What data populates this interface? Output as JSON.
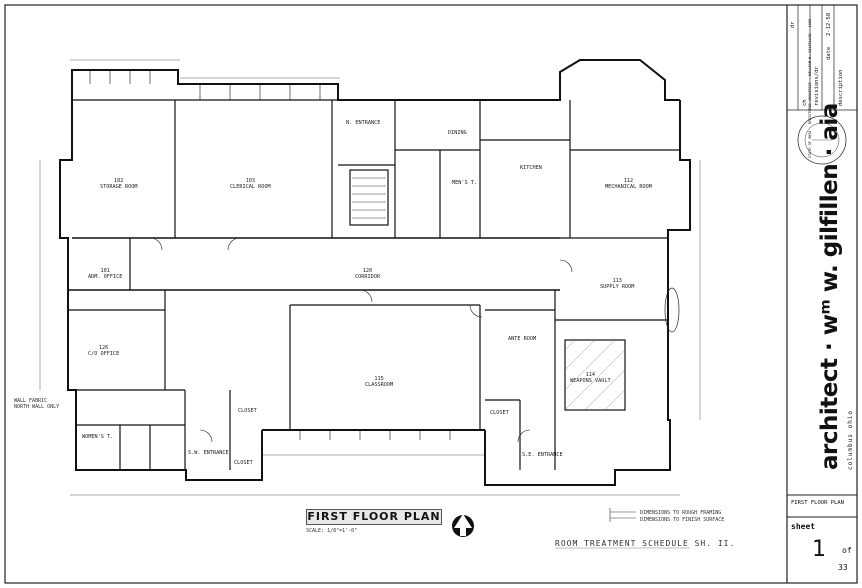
{
  "sheet": {
    "plan_title": "FIRST FLOOR PLAN",
    "plan_scale": "SCALE: 1/8\"=1'-0\"",
    "room_treatment": "ROOM TREATMENT SCHEDULE SH. II.",
    "legend_lines": [
      "DIMENSIONS TO ROUGH FRAMING",
      "DIMENSIONS TO FINISH SURFACE"
    ],
    "wall_note": [
      "WALL FABRIC",
      "NORTH WALL ONLY"
    ]
  },
  "title_block": {
    "architect": "architect · wᵐ w. gilfillen · aia",
    "city": "columbus ohio",
    "rev_headers": [
      "dr",
      "ch",
      "revisions/dr",
      "date",
      "description"
    ],
    "date_value": "2-12-58",
    "sheet_title": "FIRST FLOOR PLAN",
    "sheet_label": "sheet",
    "sheet_number": "1",
    "sheet_of": "of",
    "sheet_total": "33",
    "seal_text": "STATE OF OHIO · REGISTERED ARCHITECT · WILLIAM W. GILFILLEN · 1958"
  },
  "rooms": [
    {
      "id": "storage-room",
      "num": "102",
      "name": "STORAGE ROOM"
    },
    {
      "id": "clerical-room",
      "num": "103",
      "name": "CLERICAL ROOM"
    },
    {
      "id": "n-entrance",
      "num": "",
      "name": "N. ENTRANCE"
    },
    {
      "id": "dining",
      "num": "",
      "name": "DINING"
    },
    {
      "id": "kitchen",
      "num": "",
      "name": "KITCHEN"
    },
    {
      "id": "mechanical-room",
      "num": "112",
      "name": "MECHANICAL ROOM"
    },
    {
      "id": "adm-office",
      "num": "101",
      "name": "ADM. OFFICE"
    },
    {
      "id": "co-office",
      "num": "126",
      "name": "C/O OFFICE"
    },
    {
      "id": "corridor",
      "num": "120",
      "name": "CORRIDOR"
    },
    {
      "id": "supply-room",
      "num": "113",
      "name": "SUPPLY ROOM"
    },
    {
      "id": "classroom",
      "num": "115",
      "name": "CLASSROOM"
    },
    {
      "id": "ante-room",
      "num": "",
      "name": "ANTE ROOM"
    },
    {
      "id": "weapons-vault",
      "num": "114",
      "name": "WEAPONS VAULT"
    },
    {
      "id": "sw-entrance",
      "num": "",
      "name": "S.W. ENTRANCE"
    },
    {
      "id": "se-entrance",
      "num": "",
      "name": "S.E. ENTRANCE"
    },
    {
      "id": "closet-a",
      "num": "",
      "name": "CLOSET"
    },
    {
      "id": "closet-b",
      "num": "",
      "name": "CLOSET"
    },
    {
      "id": "closet-c",
      "num": "",
      "name": "CLOSET"
    },
    {
      "id": "mens-toilet",
      "num": "",
      "name": "MEN'S T."
    },
    {
      "id": "womens-toilet",
      "num": "",
      "name": "WOMEN'S T."
    }
  ]
}
